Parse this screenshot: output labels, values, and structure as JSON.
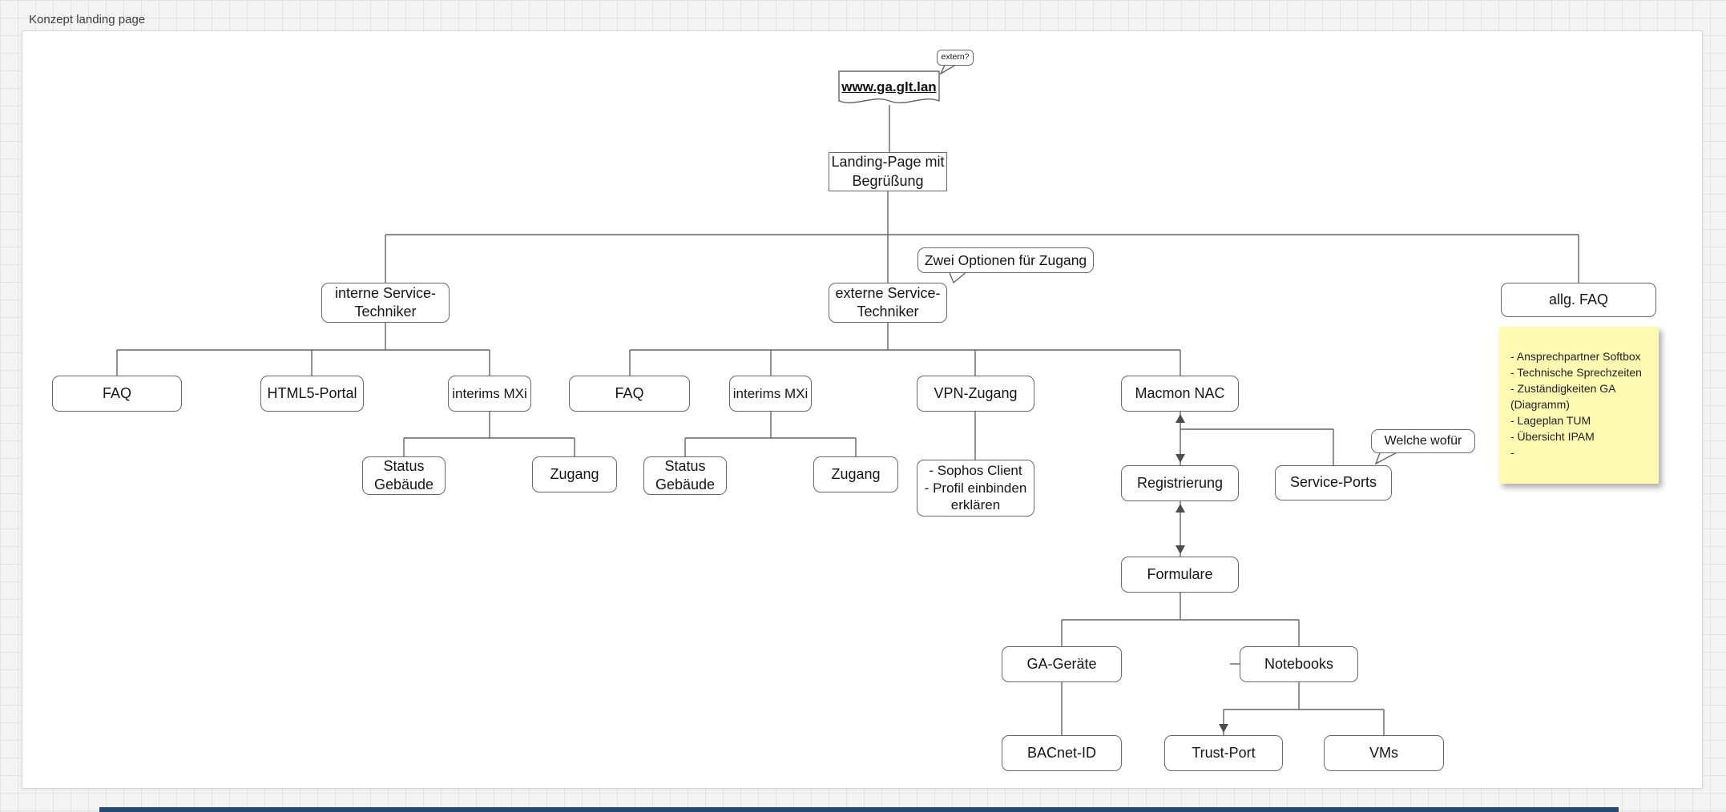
{
  "app": {
    "title": "Konzept landing page"
  },
  "colors": {
    "sticky": "#FFF9B1",
    "bottom_bar": "#24486e",
    "line": "#646464"
  },
  "nodes": {
    "extern_question": "extern?",
    "url": "www.ga.glt.lan",
    "landing_page": "Landing-Page mit Begrüßung",
    "zwei_optionen": "Zwei Optionen für Zugang",
    "interne": "interne Service-Techniker",
    "externe": "externe Service-Techniker",
    "allg_faq": "allg. FAQ",
    "faq_interne": "FAQ",
    "html5_portal": "HTML5-Portal",
    "interims_mxi_interne": "interims MXi",
    "status_gebaeude_interne": "Status\nGebäude",
    "zugang_interne": "Zugang",
    "faq_externe": "FAQ",
    "interims_mxi_externe": "interims MXi",
    "status_gebaeude_externe": "Status\nGebäude",
    "zugang_externe": "Zugang",
    "vpn_zugang": "VPN-Zugang",
    "sophos_note": "- Sophos Client\n- Profil einbinden\nerklären",
    "macmon_nac": "Macmon NAC",
    "registrierung": "Registrierung",
    "service_ports": "Service-Ports",
    "welche_wofuer": "Welche wofür",
    "formulare": "Formulare",
    "ga_geraete": "GA-Geräte",
    "notebooks": "Notebooks",
    "bacnet_id": "BACnet-ID",
    "trust_port": "Trust-Port",
    "vms": "VMs"
  },
  "sticky_note": {
    "lines": [
      "- Ansprechpartner Softbox",
      "- Technische Sprechzeiten",
      "- Zuständigkeiten GA (Diagramm)",
      "- Lageplan TUM",
      "- Übersicht IPAM",
      "-"
    ]
  }
}
